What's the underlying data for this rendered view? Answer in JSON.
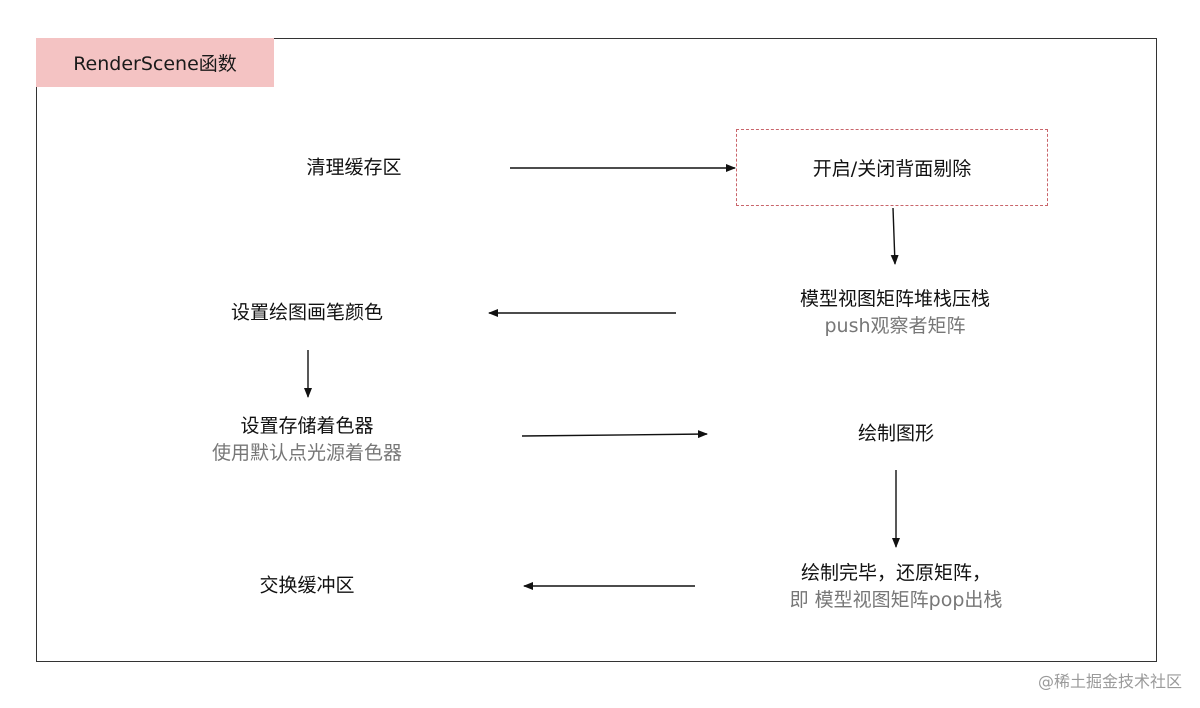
{
  "title": "RenderScene函数",
  "nodes": {
    "clear_buffer": {
      "label": "清理缓存区"
    },
    "culling": {
      "label": "开启/关闭背面剔除"
    },
    "push_matrix": {
      "label": "模型视图矩阵堆栈压栈",
      "sub": "push观察者矩阵"
    },
    "set_color": {
      "label": "设置绘图画笔颜色"
    },
    "set_shader": {
      "label": "设置存储着色器",
      "sub": "使用默认点光源着色器"
    },
    "draw_shape": {
      "label": "绘制图形"
    },
    "restore": {
      "label": "绘制完毕，还原矩阵，",
      "sub": "即 模型视图矩阵pop出栈"
    },
    "swap_buffer": {
      "label": "交换缓冲区"
    }
  },
  "watermark": "@稀土掘金技术社区",
  "colors": {
    "title_bg": "#f4c3c3",
    "dashed_border": "#c9656b",
    "subtext": "#777777",
    "line": "#111111"
  }
}
